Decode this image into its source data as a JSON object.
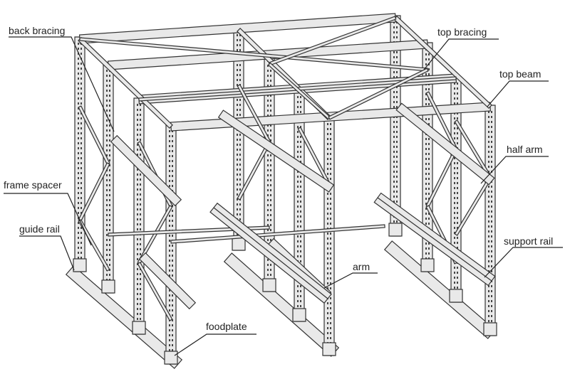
{
  "title": "Drive-in cantilever rack components",
  "labels": {
    "back_bracing": "back bracing",
    "top_bracing": "top bracing",
    "top_beam": "top beam",
    "half_arm": "half arm",
    "frame_spacer": "frame spacer",
    "guide_rail": "guide rail",
    "support_rail": "support rail",
    "arm": "arm",
    "foodplate": "foodplate"
  }
}
